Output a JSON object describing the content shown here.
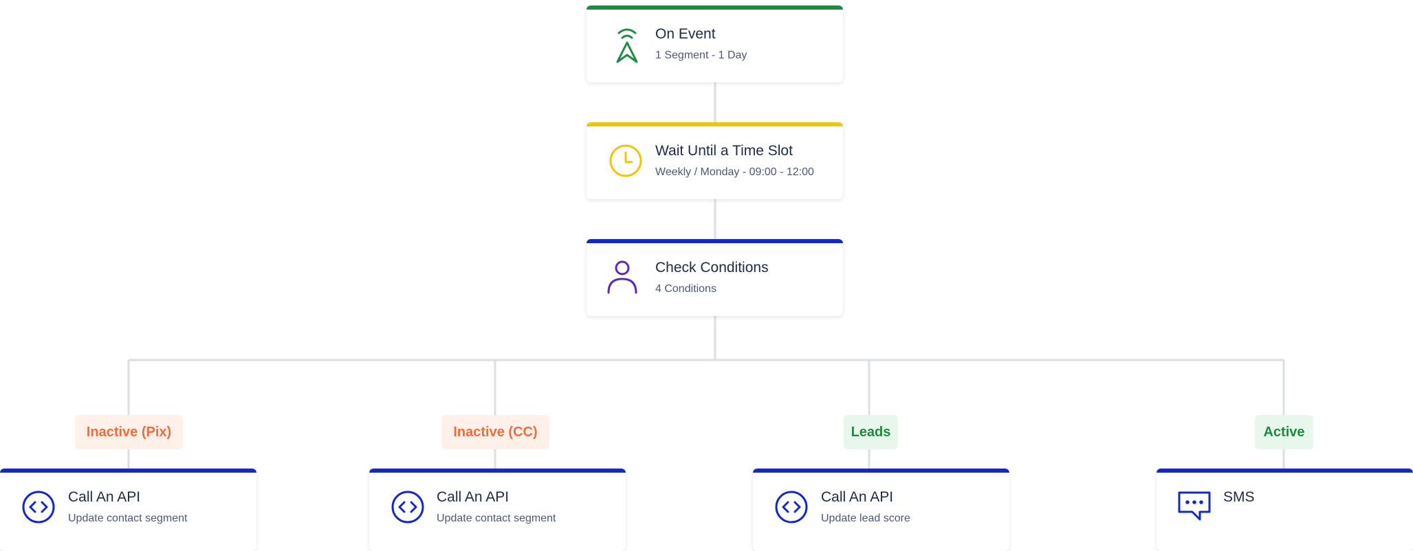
{
  "colors": {
    "trigger": "#1e8a44",
    "wait": "#f2c20f",
    "condition": "#1428c8",
    "action": "#1428c8",
    "person_icon": "#5a2bb8",
    "connector": "#dcdee6"
  },
  "trigger": {
    "icon": "navigation-broadcast-icon",
    "title": "On Event",
    "subtitle": "1 Segment - 1 Day"
  },
  "wait": {
    "icon": "clock-icon",
    "title": "Wait Until a Time Slot",
    "subtitle": "Weekly / Monday - 09:00 - 12:00"
  },
  "condition": {
    "icon": "person-icon",
    "title": "Check Conditions",
    "subtitle": "4 Conditions"
  },
  "branches": [
    {
      "label": "Inactive (Pix)",
      "style": "orange",
      "action": {
        "icon": "code-icon",
        "title": "Call An API",
        "subtitle": "Update contact segment"
      }
    },
    {
      "label": "Inactive (CC)",
      "style": "orange",
      "action": {
        "icon": "code-icon",
        "title": "Call An API",
        "subtitle": "Update contact segment"
      }
    },
    {
      "label": "Leads",
      "style": "green",
      "action": {
        "icon": "code-icon",
        "title": "Call An API",
        "subtitle": "Update lead score"
      }
    },
    {
      "label": "Active",
      "style": "green",
      "action": {
        "icon": "chat-dots-icon",
        "title": "SMS",
        "subtitle": ""
      }
    }
  ]
}
